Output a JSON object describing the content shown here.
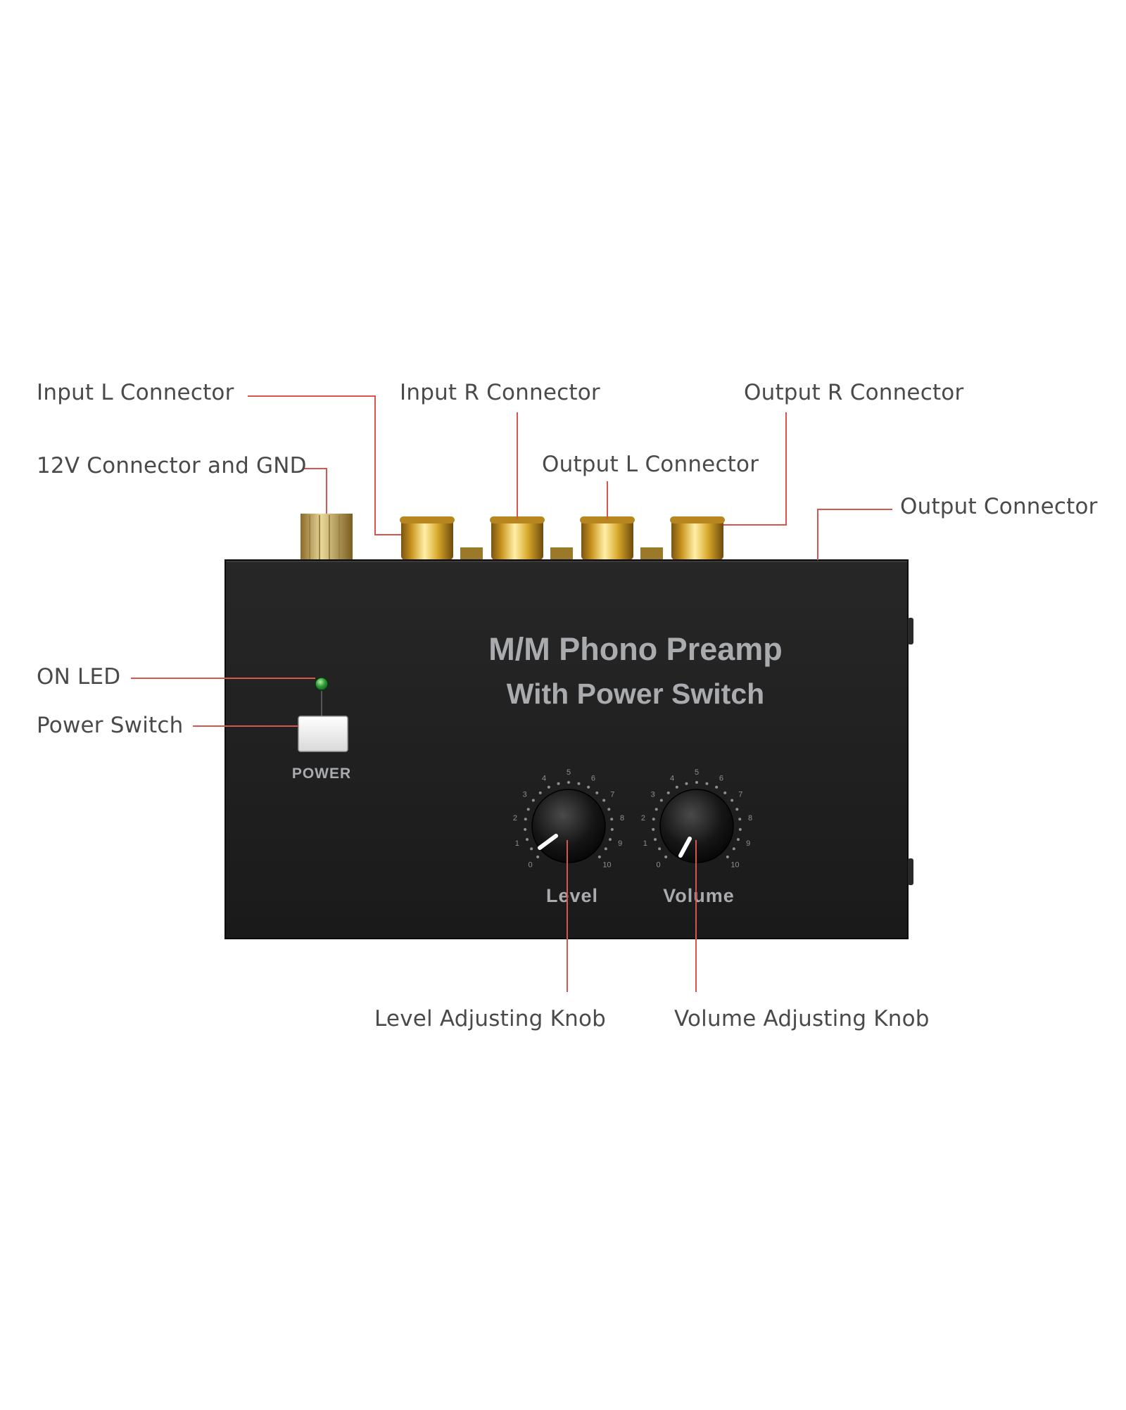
{
  "device": {
    "title_line1": "M/M Phono Preamp",
    "title_line2": "With Power Switch",
    "power_label": "POWER",
    "level_label": "Level",
    "volume_label": "Volume",
    "dial_numbers": [
      "0",
      "1",
      "2",
      "3",
      "4",
      "5",
      "6",
      "7",
      "8",
      "9",
      "10"
    ]
  },
  "callouts": {
    "input_l": "Input L Connector",
    "input_r": "Input R Connector",
    "output_r": "Output R Connector",
    "connector_12v": "12V Connector and GND",
    "output_l": "Output L Connector",
    "output": "Output Connector",
    "on_led": "ON LED",
    "power_switch": "Power Switch",
    "level_knob": "Level Adjusting Knob",
    "volume_knob": "Volume Adjusting Knob"
  },
  "colors": {
    "leader": "#d9534f",
    "body": "#1f1f1f",
    "gold": "#d4a82a",
    "led": "#2f9e3a",
    "label_text": "#4a4a4a",
    "device_text": "#a9abae"
  }
}
